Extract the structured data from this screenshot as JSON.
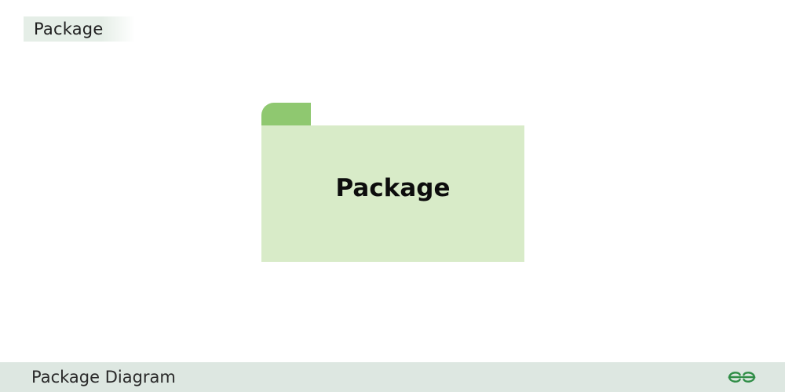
{
  "header": {
    "tag_label": "Package"
  },
  "diagram": {
    "package_label": "Package",
    "colors": {
      "tab": "#8fc870",
      "body": "#d8ebc8"
    }
  },
  "footer": {
    "title": "Package Diagram",
    "logo_icon": "gfg-logo-icon",
    "logo_color": "#2f8d46"
  }
}
